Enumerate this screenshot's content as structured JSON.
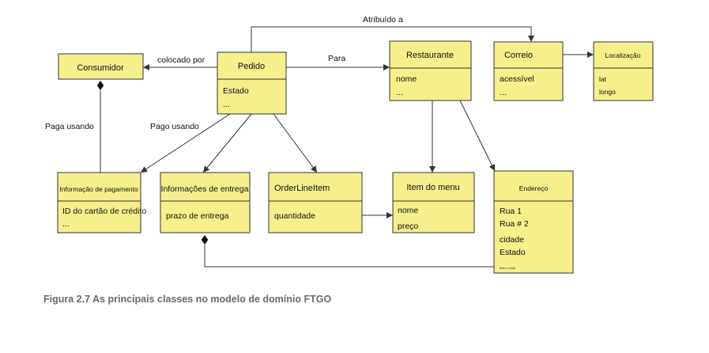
{
  "classes": {
    "consumidor": {
      "name": "Consumidor",
      "attrs": []
    },
    "pedido": {
      "name": "Pedido",
      "attrs": [
        "Estado",
        "..."
      ]
    },
    "restaurante": {
      "name": "Restaurante",
      "attrs": [
        "nome",
        "..."
      ]
    },
    "correio": {
      "name": "Correio",
      "attrs": [
        "acessível",
        "..."
      ]
    },
    "localizacao": {
      "name": "Localização",
      "attrs": [
        "lat",
        "longo"
      ]
    },
    "pagamento": {
      "name": "Informação de pagamento",
      "attrs": [
        "ID do cartão de crédito",
        "..."
      ]
    },
    "entrega": {
      "name": "Informações de entrega",
      "attrs": [
        "prazo de entrega"
      ]
    },
    "orderline": {
      "name": "OrderLineItem",
      "attrs": [
        "quantidade"
      ]
    },
    "itemmenu": {
      "name": "Item do menu",
      "attrs": [
        "nome",
        "preço"
      ]
    },
    "endereco": {
      "name": "Endereço",
      "attrs": [
        "Rua 1",
        "Rua # 2",
        "cidade",
        "Estado",
        "fecho eclair"
      ]
    }
  },
  "edges": {
    "atribuido": "Atribuído a",
    "colocado": "colocado por",
    "para": "Para",
    "paga_usando": "Paga usando",
    "pago_usando": "Pago usando"
  },
  "caption": "Figura 2.7 As principais classes no modelo de domínio FTGO",
  "colors": {
    "box_fill": "#f5ef8c",
    "line": "#333333",
    "caption": "#6a6a6a"
  }
}
